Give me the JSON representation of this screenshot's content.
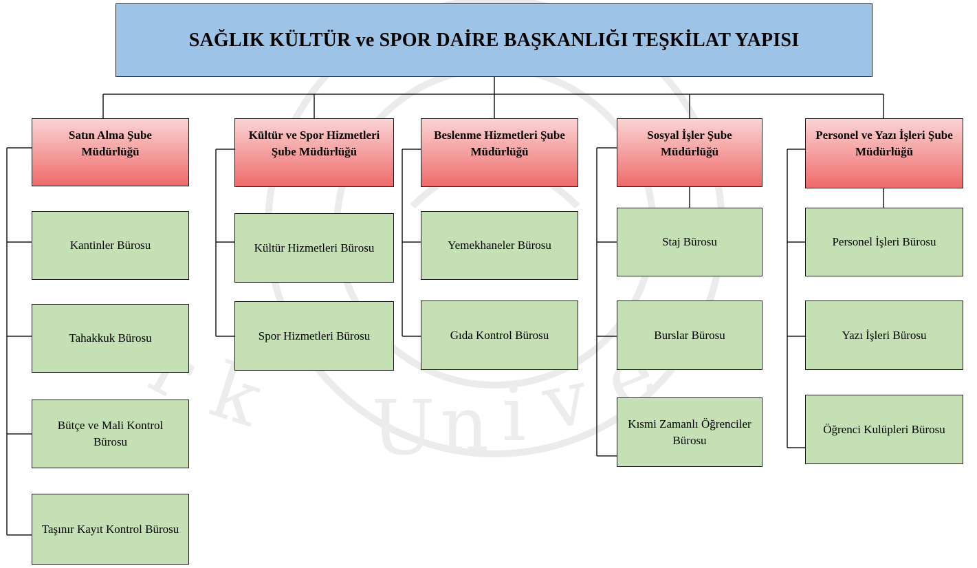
{
  "title": "SAĞLIK KÜLTÜR ve SPOR DAİRE BAŞKANLIĞI TEŞKİLAT YAPISI",
  "colors": {
    "title_fill": "#9dc3e6",
    "branch_fill": "#f08080",
    "office_fill": "#c5e0b4",
    "line": "#1a1a1a"
  },
  "branches": [
    {
      "name": "Satın Alma Şube Müdürlüğü",
      "offices": [
        "Kantinler Bürosu",
        "Tahakkuk Bürosu",
        "Bütçe ve Mali Kontrol Bürosu",
        "Taşınır Kayıt Kontrol Bürosu"
      ]
    },
    {
      "name": "Kültür ve Spor Hizmetleri Şube Müdürlüğü",
      "offices": [
        "Kültür Hizmetleri Bürosu",
        "Spor Hizmetleri Bürosu"
      ]
    },
    {
      "name": "Beslenme Hizmetleri Şube Müdürlüğü",
      "offices": [
        "Yemekhaneler Bürosu",
        "Gıda Kontrol Bürosu"
      ]
    },
    {
      "name": "Sosyal İşler Şube Müdürlüğü",
      "offices": [
        "Staj Bürosu",
        "Burslar Bürosu",
        "Kısmi Zamanlı Öğrenciler Bürosu"
      ]
    },
    {
      "name": "Personel ve Yazı İşleri Şube Müdürlüğü",
      "offices": [
        "Personel İşleri Bürosu",
        "Yazı İşleri Bürosu",
        "Öğrenci Kulüpleri Bürosu"
      ]
    }
  ]
}
